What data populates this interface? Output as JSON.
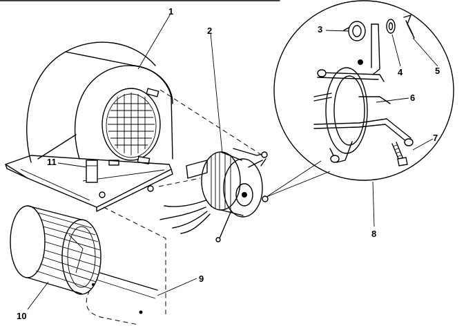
{
  "diagram": {
    "type": "exploded-parts-view",
    "callouts": [
      {
        "id": "1",
        "part": "blower-housing"
      },
      {
        "id": "2",
        "part": "blower-motor"
      },
      {
        "id": "3",
        "part": "grommet"
      },
      {
        "id": "4",
        "part": "washer"
      },
      {
        "id": "5",
        "part": "clip"
      },
      {
        "id": "6",
        "part": "motor-mount-bracket"
      },
      {
        "id": "7",
        "part": "bolt"
      },
      {
        "id": "8",
        "part": "motor-mount-detail"
      },
      {
        "id": "9",
        "part": "housing-cutoff-plate"
      },
      {
        "id": "10",
        "part": "blower-wheel"
      },
      {
        "id": "11",
        "part": "capacitor"
      }
    ],
    "colors": {
      "ink": "#000000",
      "paper": "#ffffff"
    }
  }
}
